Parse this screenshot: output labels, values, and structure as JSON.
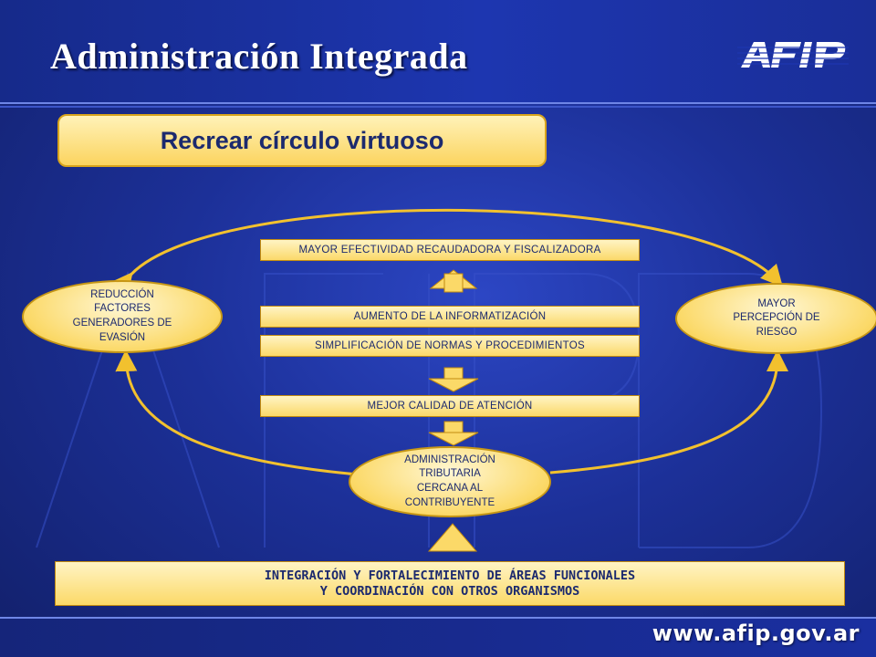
{
  "header": {
    "title": "Administración Integrada",
    "logo_text": "AFIP"
  },
  "subtitle": "Recrear círculo virtuoso",
  "boxes": {
    "efectividad": "MAYOR EFECTIVIDAD RECAUDADORA  Y FISCALIZADORA",
    "informatizacion": "AUMENTO DE LA INFORMATIZACIÓN",
    "simplificacion": "SIMPLIFICACIÓN DE NORMAS Y PROCEDIMIENTOS",
    "atencion": "MEJOR CALIDAD DE ATENCIÓN"
  },
  "ellipses": {
    "reduccion": "REDUCCIÓN\nFACTORES\nGENERADORES DE\nEVASIÓN",
    "percepcion": "MAYOR\nPERCEPCIÓN DE\nRIESGO",
    "administracion": "ADMINISTRACIÓN\nTRIBUTARIA\nCERCANA AL\nCONTRIBUYENTE"
  },
  "bottom_bar": {
    "line1": "INTEGRACIÓN Y FORTALECIMIENTO DE ÁREAS FUNCIONALES",
    "line2": "Y COORDINACIÓN CON OTROS ORGANISMOS"
  },
  "footer": {
    "url": "www.afip.gov.ar"
  },
  "colors": {
    "background": "#1c3098",
    "box_fill": "#fbd968",
    "connector": "#f2c12e",
    "text": "#1c2a6e"
  }
}
